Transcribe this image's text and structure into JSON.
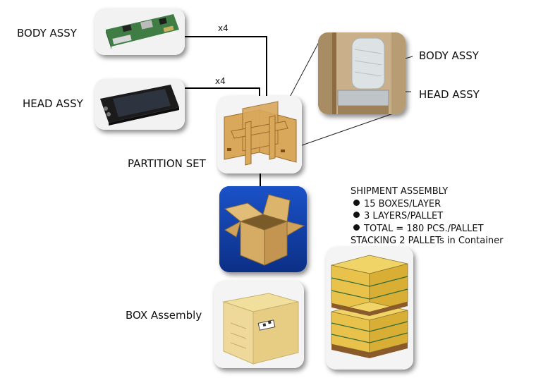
{
  "labels": {
    "body_assy": "BODY ASSY",
    "head_assy": "HEAD ASSY",
    "partition_set": "PARTITION SET",
    "box_assembly": "BOX Assembly",
    "callout_body": "BODY ASSY",
    "callout_head": "HEAD ASSY"
  },
  "quantities": {
    "body_to_partition": "x4",
    "head_to_partition": "x4"
  },
  "shipment": {
    "title": "SHIPMENT ASSEMBLY",
    "items": [
      "15 BOXES/LAYER",
      "3 LAYERS/PALLET",
      "TOTAL = 180 PCS./PALLET"
    ],
    "footer": "STACKING 2 PALLETs in Container"
  },
  "colors": {
    "cardboard": "#d9a85a",
    "pcb_green": "#3f7d45",
    "box_background": "#1446b4",
    "pallet_box": "#e8c24a"
  }
}
